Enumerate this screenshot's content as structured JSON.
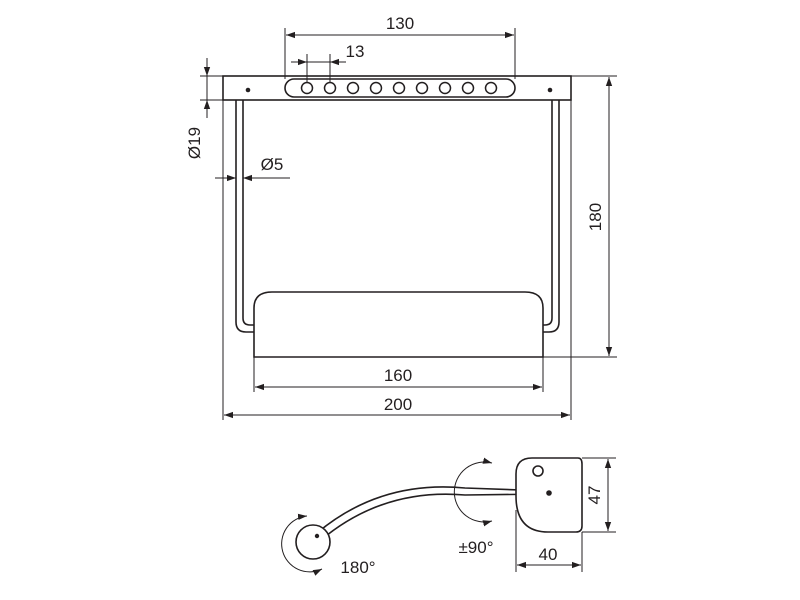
{
  "front_view": {
    "width_overall": "200",
    "shade_width": "160",
    "led_strip_length": "130",
    "led_pitch": "13",
    "height": "180",
    "mount_diameter": "Ø19",
    "arm_diameter": "Ø5",
    "led_count": 9
  },
  "side_view": {
    "head_rotation": "180°",
    "shade_rotation": "±90°",
    "shade_depth": "40",
    "shade_height": "47"
  }
}
